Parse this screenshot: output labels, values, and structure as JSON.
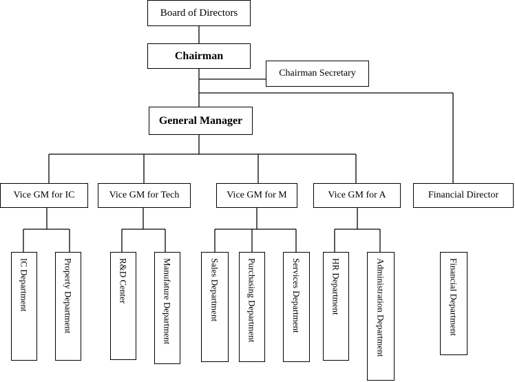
{
  "nodes": {
    "board": "Board of Directors",
    "chairman": "Chairman",
    "secretary": "Chairman Secretary",
    "gm": "General Manager",
    "vp_ic": "Vice GM for IC",
    "vp_tech": "Vice GM for Tech",
    "vp_m": "Vice GM for M",
    "vp_a": "Vice GM for A",
    "fin_dir": "Financial Director"
  },
  "departments": {
    "ic": "IC Department",
    "property": "Property Department",
    "rd": "R&D Center",
    "manufacture": "Manufature Department",
    "sales": "Sales Department",
    "purchasing": "Purchasing Department",
    "services": "Services Department",
    "hr": "HR Department",
    "admin": "Administration Department",
    "financial": "Financial Department"
  }
}
